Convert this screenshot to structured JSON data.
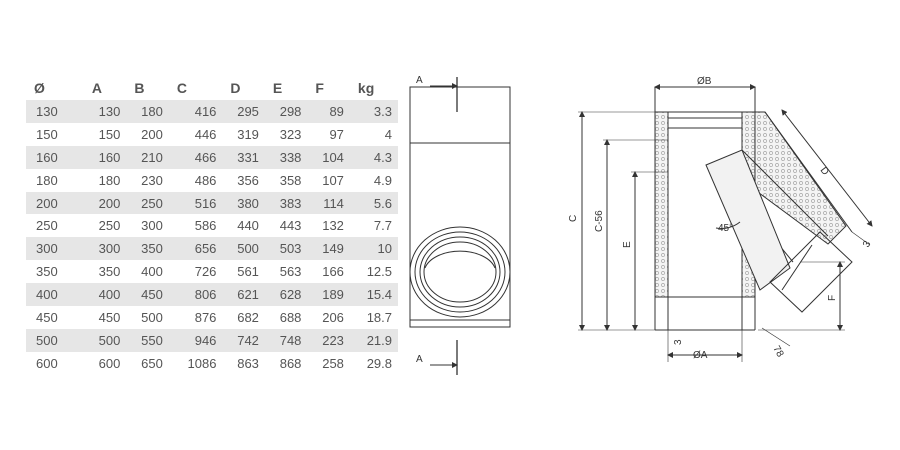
{
  "table": {
    "headers": [
      "Ø",
      "A",
      "B",
      "C",
      "D",
      "E",
      "F",
      "kg"
    ],
    "rows": [
      [
        "130",
        "130",
        "180",
        "416",
        "295",
        "298",
        "89",
        "3.3"
      ],
      [
        "150",
        "150",
        "200",
        "446",
        "319",
        "323",
        "97",
        "4"
      ],
      [
        "160",
        "160",
        "210",
        "466",
        "331",
        "338",
        "104",
        "4.3"
      ],
      [
        "180",
        "180",
        "230",
        "486",
        "356",
        "358",
        "107",
        "4.9"
      ],
      [
        "200",
        "200",
        "250",
        "516",
        "380",
        "383",
        "114",
        "5.6"
      ],
      [
        "250",
        "250",
        "300",
        "586",
        "440",
        "443",
        "132",
        "7.7"
      ],
      [
        "300",
        "300",
        "350",
        "656",
        "500",
        "503",
        "149",
        "10"
      ],
      [
        "350",
        "350",
        "400",
        "726",
        "561",
        "563",
        "166",
        "12.5"
      ],
      [
        "400",
        "400",
        "450",
        "806",
        "621",
        "628",
        "189",
        "15.4"
      ],
      [
        "450",
        "450",
        "500",
        "876",
        "682",
        "688",
        "206",
        "18.7"
      ],
      [
        "500",
        "500",
        "550",
        "946",
        "742",
        "748",
        "223",
        "21.9"
      ],
      [
        "600",
        "600",
        "650",
        "1086",
        "863",
        "868",
        "258",
        "29.8"
      ]
    ]
  },
  "front_view": {
    "section_label_top": "A",
    "section_label_bottom": "A"
  },
  "section_view": {
    "dim_b": "ØB",
    "dim_a": "ØA",
    "dim_c": "C",
    "dim_c56": "C-56",
    "dim_e": "E",
    "dim_d": "D",
    "dim_f": "F",
    "dim_3_top": "3",
    "dim_3_bottom": "3",
    "dim_78": "78",
    "angle": "45°"
  }
}
